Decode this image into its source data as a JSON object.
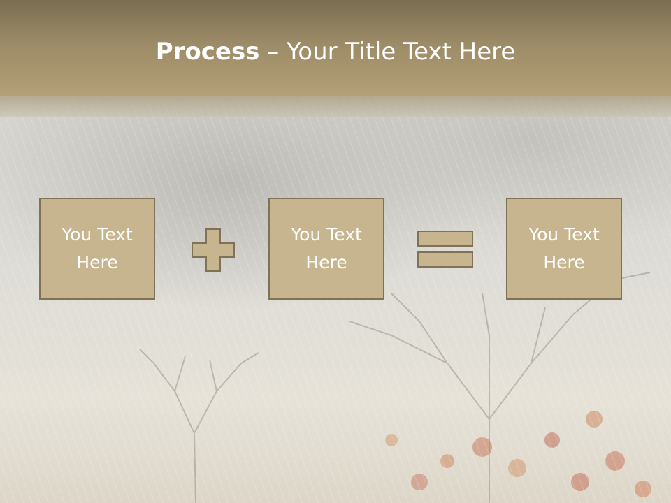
{
  "slide": {
    "title_bold": "Process",
    "title_rest": " – Your Title Text Here",
    "boxes": [
      {
        "label": "You Text Here"
      },
      {
        "label": "You Text Here"
      },
      {
        "label": "You Text Here"
      }
    ],
    "operators": [
      "plus-icon",
      "equals-icon"
    ]
  },
  "colors": {
    "header": "#9c8b67",
    "box_fill": "#c6b58e",
    "box_border": "#7f7257",
    "text": "#ffffff"
  }
}
